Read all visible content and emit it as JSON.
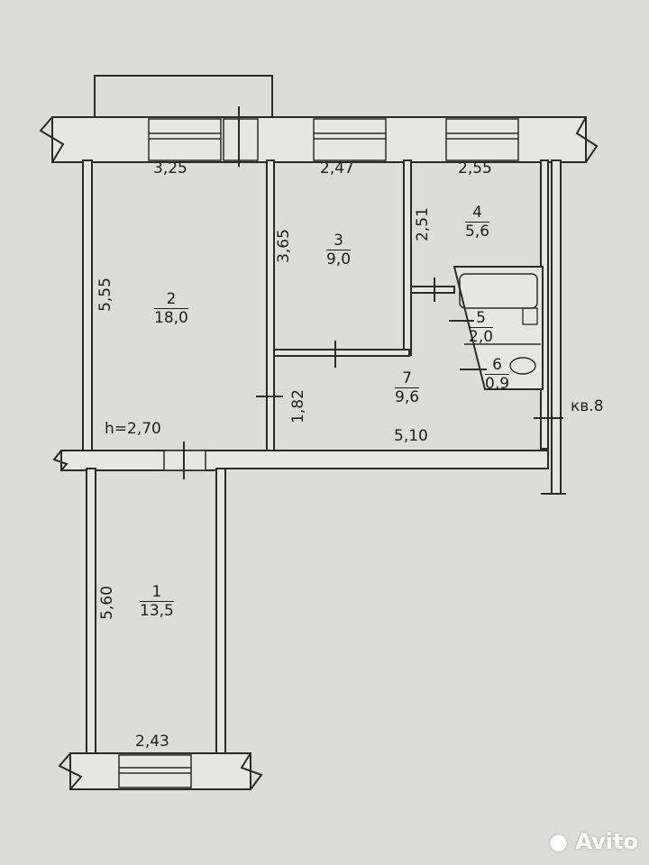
{
  "plan": {
    "rooms": [
      {
        "id": "1",
        "number": "1",
        "area": "13,5"
      },
      {
        "id": "2",
        "number": "2",
        "area": "18,0"
      },
      {
        "id": "3",
        "number": "3",
        "area": "9,0"
      },
      {
        "id": "4",
        "number": "4",
        "area": "5,6"
      },
      {
        "id": "5",
        "number": "5",
        "area": "2,0"
      },
      {
        "id": "6",
        "number": "6",
        "area": "0,9"
      },
      {
        "id": "7",
        "number": "7",
        "area": "9,6"
      }
    ],
    "dimensions": {
      "room2_width": "3,25",
      "room3_width": "2,47",
      "room4_width": "2,55",
      "room2_length": "5,55",
      "room3_length": "3,65",
      "room4_length": "2,51",
      "hall_width": "1,82",
      "hall_length": "5,10",
      "room1_length": "5,60",
      "room1_width": "2,43"
    },
    "ceiling_height": "h=2,70",
    "apartment_label": "кв.8"
  },
  "watermark": "Avito"
}
